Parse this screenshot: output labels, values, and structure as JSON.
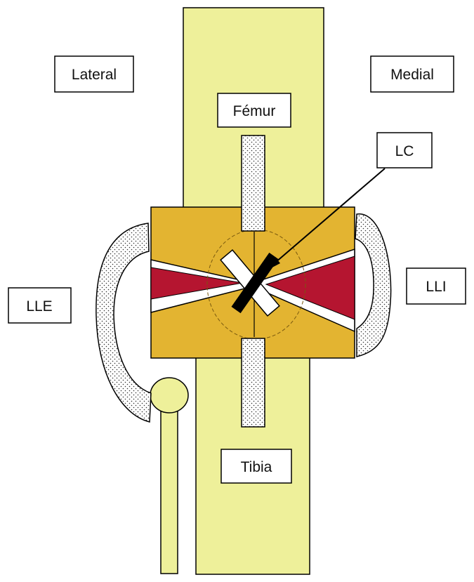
{
  "labels": {
    "lateral": "Lateral",
    "medial": "Medial",
    "femur": "Fémur",
    "lc": "LC",
    "lle": "LLE",
    "lli": "LLI",
    "tibia": "Tibia"
  },
  "colors": {
    "bone": "#EEF09A",
    "joint_block": "#E3B431",
    "meniscus": "#B51530",
    "ligament_bar": "#FFFFFF",
    "outline": "#000000",
    "stipple": "#333333",
    "ellipse_dash": "#7A5A10"
  }
}
